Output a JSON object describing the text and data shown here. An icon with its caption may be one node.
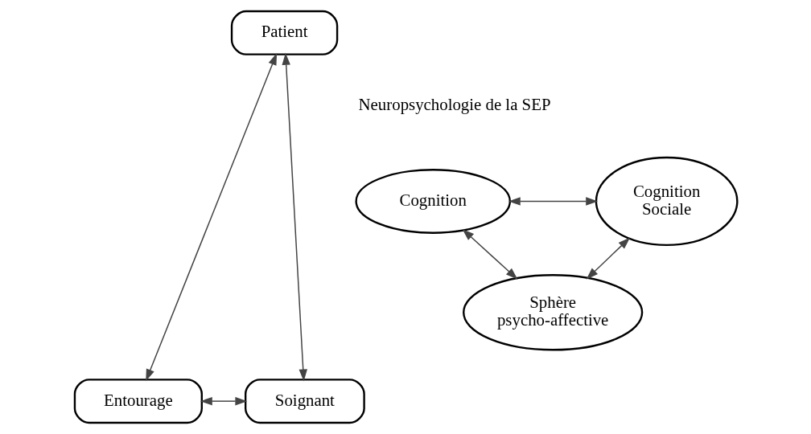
{
  "diagram": {
    "nodes": [
      {
        "text": [
          "Patient"
        ]
      },
      {
        "text": [
          "Entourage"
        ]
      },
      {
        "text": [
          "Soignant"
        ]
      },
      {
        "text": [
          "Cognition"
        ]
      },
      {
        "text": [
          "Cognition Sociale"
        ]
      },
      {
        "text": [
          "Sphère psycho-affective"
        ]
      }
    ],
    "edges": [
      {
        "from": 0,
        "to": 1,
        "arrow": "both"
      },
      {
        "from": 0,
        "to": 2,
        "arrow": "both"
      },
      {
        "from": 1,
        "to": 2,
        "arrow": "both"
      },
      {
        "from": 3,
        "to": 4,
        "arrow": "both"
      },
      {
        "from": 3,
        "to": 5,
        "arrow": "both"
      },
      {
        "from": 4,
        "to": 5,
        "arrow": "both"
      }
    ],
    "labels": [
      "Neuropsychologie de la SEP"
    ]
  }
}
